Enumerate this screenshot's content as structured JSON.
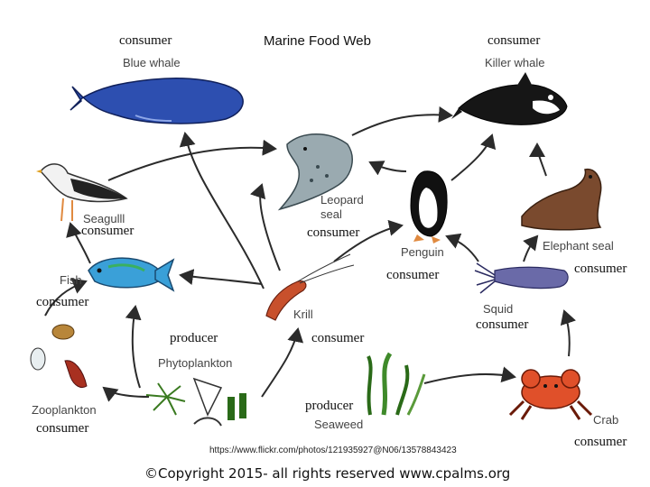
{
  "title": "Marine Food Web",
  "organisms": {
    "blue_whale": "Blue whale",
    "killer_whale": "Killer whale",
    "leopard_seal_line1": "Leopard",
    "leopard_seal_line2": "seal",
    "seagull": "Seagulll",
    "penguin": "Penguin",
    "elephant_seal": "Elephant seal",
    "fish": "Fish",
    "krill": "Krill",
    "squid": "Squid",
    "phytoplankton": "Phytoplankton",
    "zooplankton": "Zooplankton",
    "seaweed": "Seaweed",
    "crab": "Crab"
  },
  "roles": {
    "blue_whale": "consumer",
    "killer_whale": "consumer",
    "seagull": "consumer",
    "leopard_seal": "consumer",
    "krill": "consumer",
    "squid": "consumer",
    "elephant_seal": "consumer",
    "fish": "consumer",
    "phytoplankton": "producer",
    "krill_lower": "consumer",
    "squid_lower": "consumer",
    "seaweed": "producer",
    "zooplankton": "consumer",
    "crab": "consumer"
  },
  "source_url": "https://www.flickr.com/photos/121935927@N06/13578843423",
  "copyright": "©Copyright 2015- all rights reserved www.cpalms.org",
  "colors": {
    "arrow": "#2b2b2b",
    "blue_whale": "#2d4fb0",
    "fish": "#3aa0d8",
    "krill": "#c8502c",
    "squid": "#6a6aa8",
    "seaweed": "#3f8a2a",
    "crab": "#e0502a",
    "elephant_seal": "#7a4a2e",
    "leopard_seal": "#9aaab0"
  }
}
